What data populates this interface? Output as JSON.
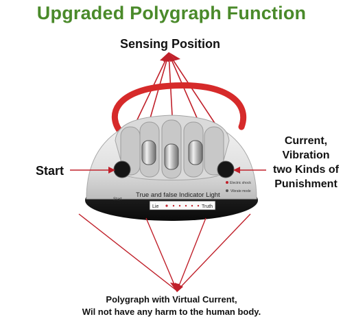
{
  "title": "Upgraded Polygraph Function",
  "labels": {
    "sensing_position": "Sensing Position",
    "start": "Start",
    "punishment_lines": [
      "Current,",
      "Vibration",
      "two Kinds of",
      "Punishment"
    ]
  },
  "device": {
    "indicator_label": "True and false Indicator Light",
    "lie": "Lie",
    "truth": "Truth",
    "left_small": "Start",
    "right_small_1": "Electric shock",
    "right_small_2": "Vibrate mode"
  },
  "bottom": [
    "Polygraph with Virtual Current,",
    "Wil not have any harm to the human body."
  ],
  "colors": {
    "title": "#4a8a2a",
    "annotation": "#c0202a",
    "strap": "#d62a2a"
  }
}
